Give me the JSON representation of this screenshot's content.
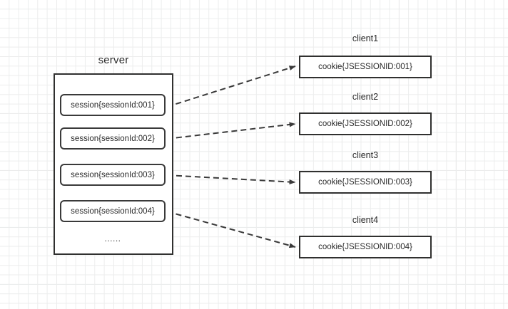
{
  "diagram": {
    "title_server": "server",
    "server": {
      "sessions": [
        {
          "label": "session{sessionId:001}"
        },
        {
          "label": "session{sessionId:002}"
        },
        {
          "label": "session{sessionId:003}"
        },
        {
          "label": "session{sessionId:004}"
        }
      ],
      "ellipsis": "......"
    },
    "clients": [
      {
        "name": "client1",
        "cookie": "cookie{JSESSIONID:001}"
      },
      {
        "name": "client2",
        "cookie": "cookie{JSESSIONID:002}"
      },
      {
        "name": "client3",
        "cookie": "cookie{JSESSIONID:003}"
      },
      {
        "name": "client4",
        "cookie": "cookie{JSESSIONID:004}"
      }
    ],
    "connections": [
      {
        "from": "session{sessionId:001}",
        "to": "cookie{JSESSIONID:001}",
        "style": "dashed-arrow"
      },
      {
        "from": "session{sessionId:002}",
        "to": "cookie{JSESSIONID:002}",
        "style": "dashed-arrow"
      },
      {
        "from": "session{sessionId:003}",
        "to": "cookie{JSESSIONID:003}",
        "style": "dashed-arrow"
      },
      {
        "from": "session{sessionId:004}",
        "to": "cookie{JSESSIONID:004}",
        "style": "dashed-arrow"
      }
    ],
    "colors": {
      "stroke": "#30302f",
      "session_stroke": "#3a3a3a",
      "text": "#2b2b2b",
      "grid_minor": "#eceded",
      "grid_major": "#e2e3e4",
      "background": "#ffffff"
    }
  }
}
